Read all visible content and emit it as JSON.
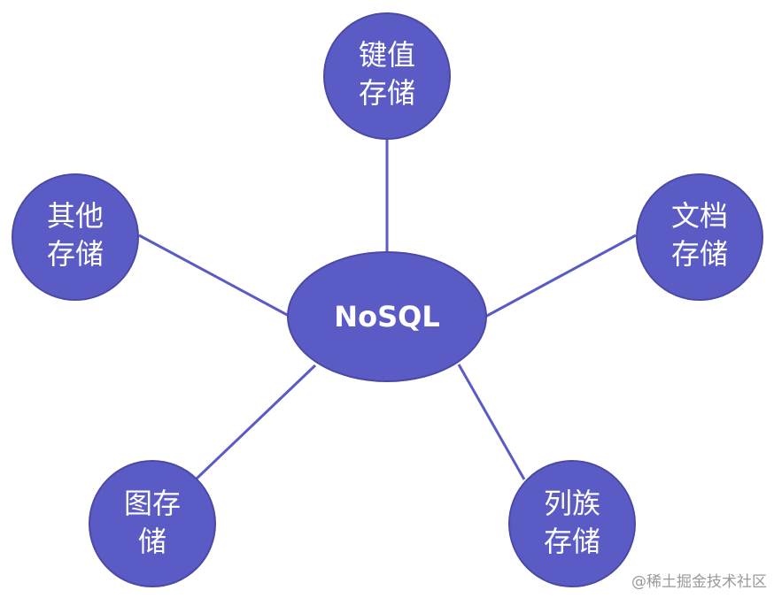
{
  "diagram": {
    "center": {
      "label": "NoSQL"
    },
    "nodes": [
      {
        "id": "kv",
        "lines": [
          "键值",
          "存储"
        ]
      },
      {
        "id": "doc",
        "lines": [
          "文档",
          "存储"
        ]
      },
      {
        "id": "col",
        "lines": [
          "列族",
          "存储"
        ]
      },
      {
        "id": "graph",
        "lines": [
          "图存",
          "储"
        ]
      },
      {
        "id": "other",
        "lines": [
          "其他",
          "存储"
        ]
      }
    ],
    "colors": {
      "node_fill": "#5b5bc6",
      "node_stroke": "#4a4aa6",
      "edge": "#5b5bc6",
      "text": "#ffffff"
    }
  },
  "watermark": "@稀土掘金技术社区"
}
